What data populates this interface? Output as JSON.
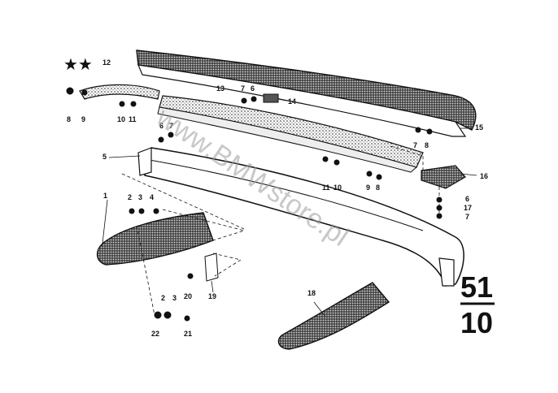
{
  "diagram": {
    "stars": "★★",
    "section": {
      "top": "51",
      "bottom": "10"
    },
    "watermark": "www.BMWstore.pl",
    "callouts": [
      "1",
      "2",
      "3",
      "4",
      "5",
      "6",
      "7",
      "8",
      "9",
      "10",
      "11",
      "12",
      "13",
      "14",
      "15",
      "16",
      "17",
      "18",
      "19",
      "20",
      "21",
      "22"
    ]
  }
}
